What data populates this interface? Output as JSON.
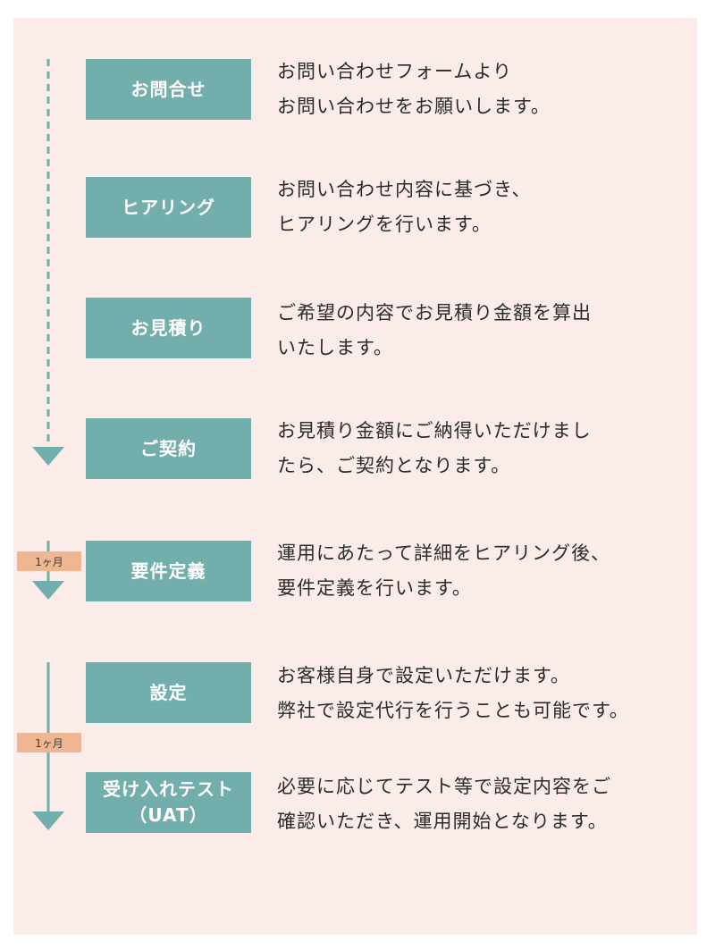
{
  "colors": {
    "panel_background": "#fbecea",
    "step_box": "#72aeab",
    "arrow": "#72aeab",
    "badge": "#efb791",
    "text": "#2b2b2b"
  },
  "steps": [
    {
      "label": "お問合せ",
      "description": [
        "お問い合わせフォームより",
        "お問い合わせをお願いします。"
      ]
    },
    {
      "label": "ヒアリング",
      "description": [
        "お問い合わせ内容に基づき、",
        "ヒアリングを行います。"
      ]
    },
    {
      "label": "お見積り",
      "description": [
        "ご希望の内容でお見積り金額を算出",
        "いたします。"
      ]
    },
    {
      "label": "ご契約",
      "description": [
        "お見積り金額にご納得いただけまし",
        "たら、ご契約となります。"
      ]
    },
    {
      "label": "要件定義",
      "description": [
        "運用にあたって詳細をヒアリング後、",
        "要件定義を行います。"
      ]
    },
    {
      "label": "設定",
      "description": [
        "お客様自身で設定いただけます。",
        "弊社で設定代行を行うことも可能です。"
      ]
    },
    {
      "label": [
        "受け入れテスト",
        "（UAT）"
      ],
      "description": [
        "必要に応じてテスト等で設定内容をご",
        "確認いただき、運用開始となります。"
      ]
    }
  ],
  "durations": [
    "1ヶ月",
    "1ヶ月"
  ],
  "arrows": [
    {
      "style": "dashed",
      "span": "お問合せ–ご契約"
    },
    {
      "style": "solid",
      "span": "要件定義"
    },
    {
      "style": "solid",
      "span": "設定–受け入れテスト（UAT）"
    }
  ]
}
